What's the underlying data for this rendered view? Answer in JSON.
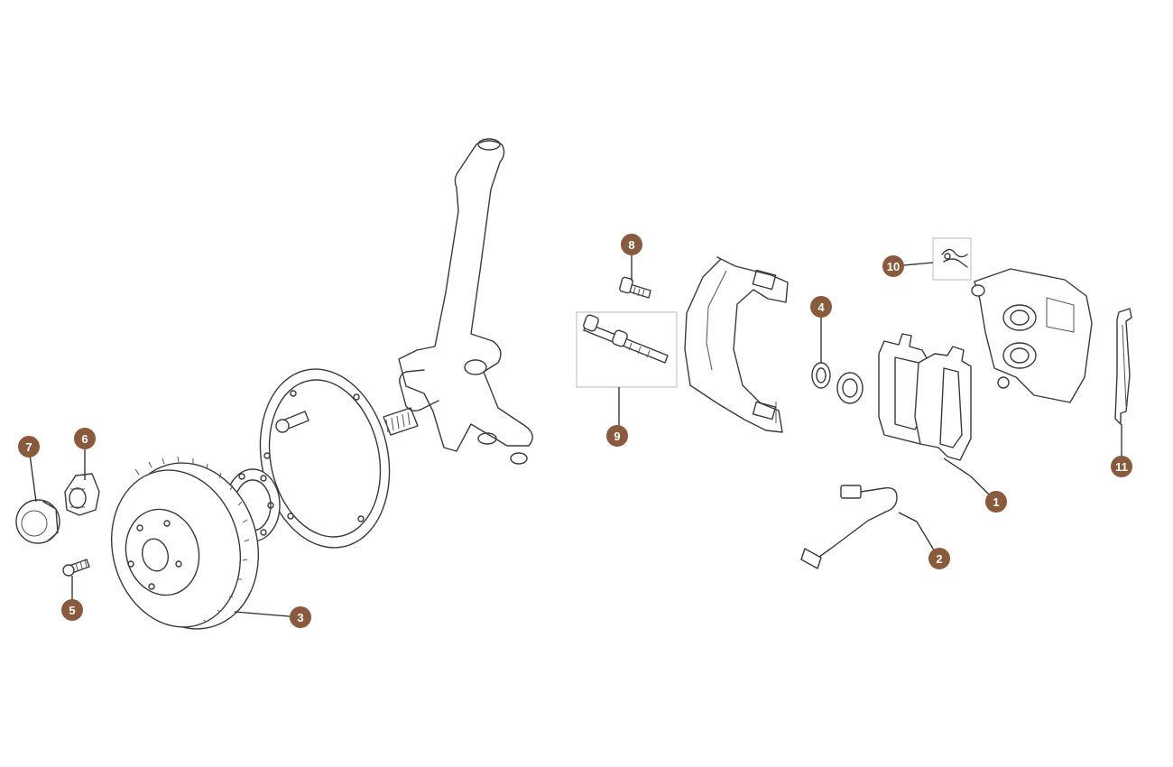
{
  "diagram": {
    "badge_color": "#8a5a3c",
    "callouts": [
      {
        "id": "1",
        "label": "1"
      },
      {
        "id": "2",
        "label": "2"
      },
      {
        "id": "3",
        "label": "3"
      },
      {
        "id": "4",
        "label": "4"
      },
      {
        "id": "5",
        "label": "5"
      },
      {
        "id": "6",
        "label": "6"
      },
      {
        "id": "7",
        "label": "7"
      },
      {
        "id": "8",
        "label": "8"
      },
      {
        "id": "9",
        "label": "9"
      },
      {
        "id": "10",
        "label": "10"
      },
      {
        "id": "11",
        "label": "11"
      }
    ]
  }
}
